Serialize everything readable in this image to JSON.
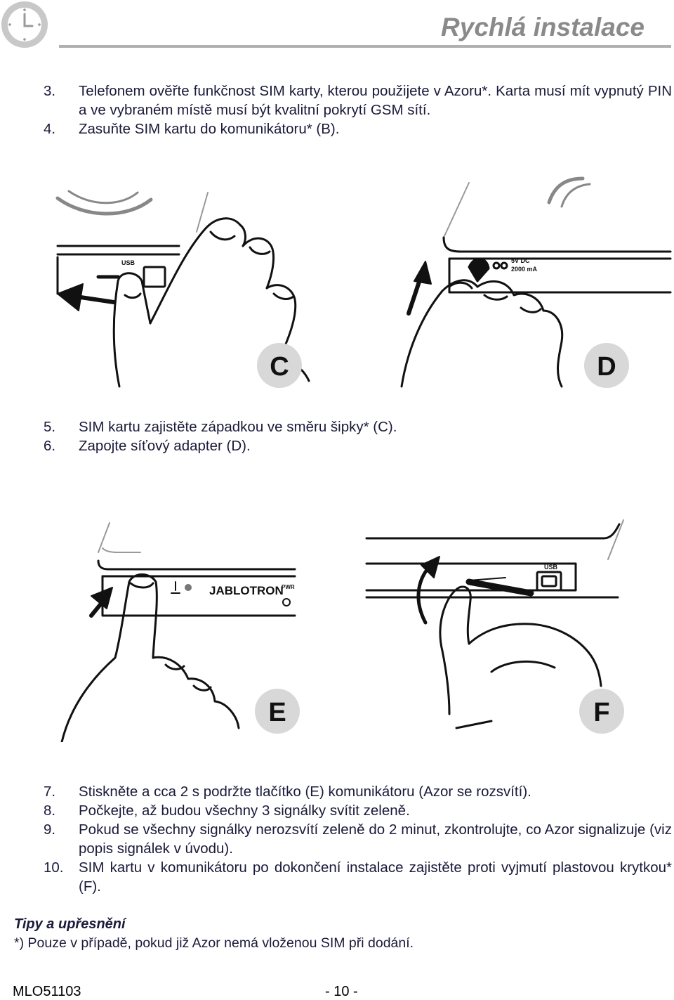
{
  "header": {
    "title": "Rychlá instalace",
    "icon": "clock-icon"
  },
  "steps_top": [
    {
      "num": "3.",
      "text": "Telefonem ověřte funkčnost SIM karty, kterou použijete v Azoru*. Karta musí mít vypnutý PIN a ve vybraném místě musí být kvalitní pokrytí GSM sítí."
    },
    {
      "num": "4.",
      "text": "Zasuňte SIM kartu do komunikátoru* (B)."
    }
  ],
  "figures_cd": {
    "label_c": "C",
    "label_d": "D",
    "usb_label": "USB",
    "dc_label_1": "5V DC",
    "dc_label_2": "2000 mA"
  },
  "steps_mid": [
    {
      "num": "5.",
      "text": "SIM kartu zajistěte západkou ve směru šipky* (C)."
    },
    {
      "num": "6.",
      "text": "Zapojte síťový adapter (D)."
    }
  ],
  "figures_ef": {
    "label_e": "E",
    "label_f": "F",
    "brand": "JABLOTRON",
    "pwr_label": "PWR",
    "usb_label": "USB"
  },
  "steps_bottom": [
    {
      "num": "7.",
      "text": "Stiskněte a cca 2 s podržte tlačítko (E) komunikátoru (Azor se rozsvítí)."
    },
    {
      "num": "8.",
      "text": "Počkejte, až budou všechny 3 signálky svítit zeleně."
    },
    {
      "num": "9.",
      "text": "Pokud se všechny signálky nerozsvítí zeleně do 2 minut, zkontrolujte, co Azor signalizuje (viz popis signálek v úvodu)."
    },
    {
      "num": "10.",
      "text": "SIM kartu v komunikátoru po dokončení instalace zajistěte proti vyjmutí plastovou krytkou* (F)."
    }
  ],
  "tips": {
    "heading": "Tipy a upřesnění",
    "text": "*) Pouze v případě, pokud již Azor nemá vloženou SIM při dodání."
  },
  "footer": {
    "doc_code": "MLO51103",
    "page": "- 10 -"
  }
}
